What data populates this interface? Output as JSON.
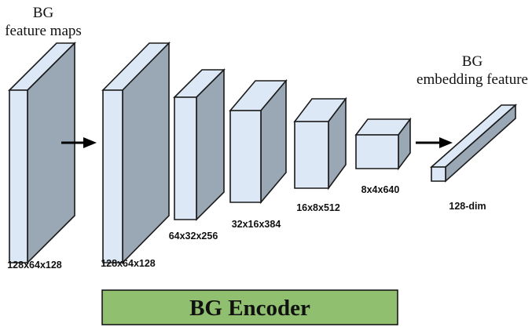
{
  "input_label": {
    "line1": "BG",
    "line2": "feature maps"
  },
  "output_label": {
    "line1": "BG",
    "line2": "embedding feature"
  },
  "layers": [
    {
      "id": "input",
      "label": "128x64x128"
    },
    {
      "id": "layer1",
      "label": "128x64x128"
    },
    {
      "id": "layer2",
      "label": "64x32x256"
    },
    {
      "id": "layer3",
      "label": "32x16x384"
    },
    {
      "id": "layer4",
      "label": "16x8x512"
    },
    {
      "id": "layer5",
      "label": "8x4x640"
    },
    {
      "id": "embedding",
      "label": "128-dim"
    }
  ],
  "encoder_box": {
    "title": "BG Encoder",
    "fill_color": "#8fbf6f"
  },
  "colors": {
    "block_face": "#dce8f5",
    "block_side": "#9aa8b5",
    "outline": "#1a1a1a"
  }
}
